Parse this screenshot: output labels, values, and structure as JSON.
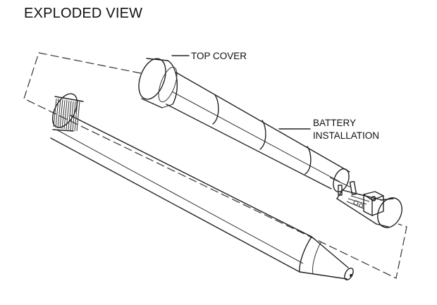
{
  "title": "EXPLODED VIEW",
  "labels": {
    "top_cover": "TOP COVER",
    "battery_line1": "BATTERY",
    "battery_line2": "INSTALLATION"
  },
  "colors": {
    "line": "#222222",
    "shading": "#777777",
    "background": "#ffffff"
  }
}
